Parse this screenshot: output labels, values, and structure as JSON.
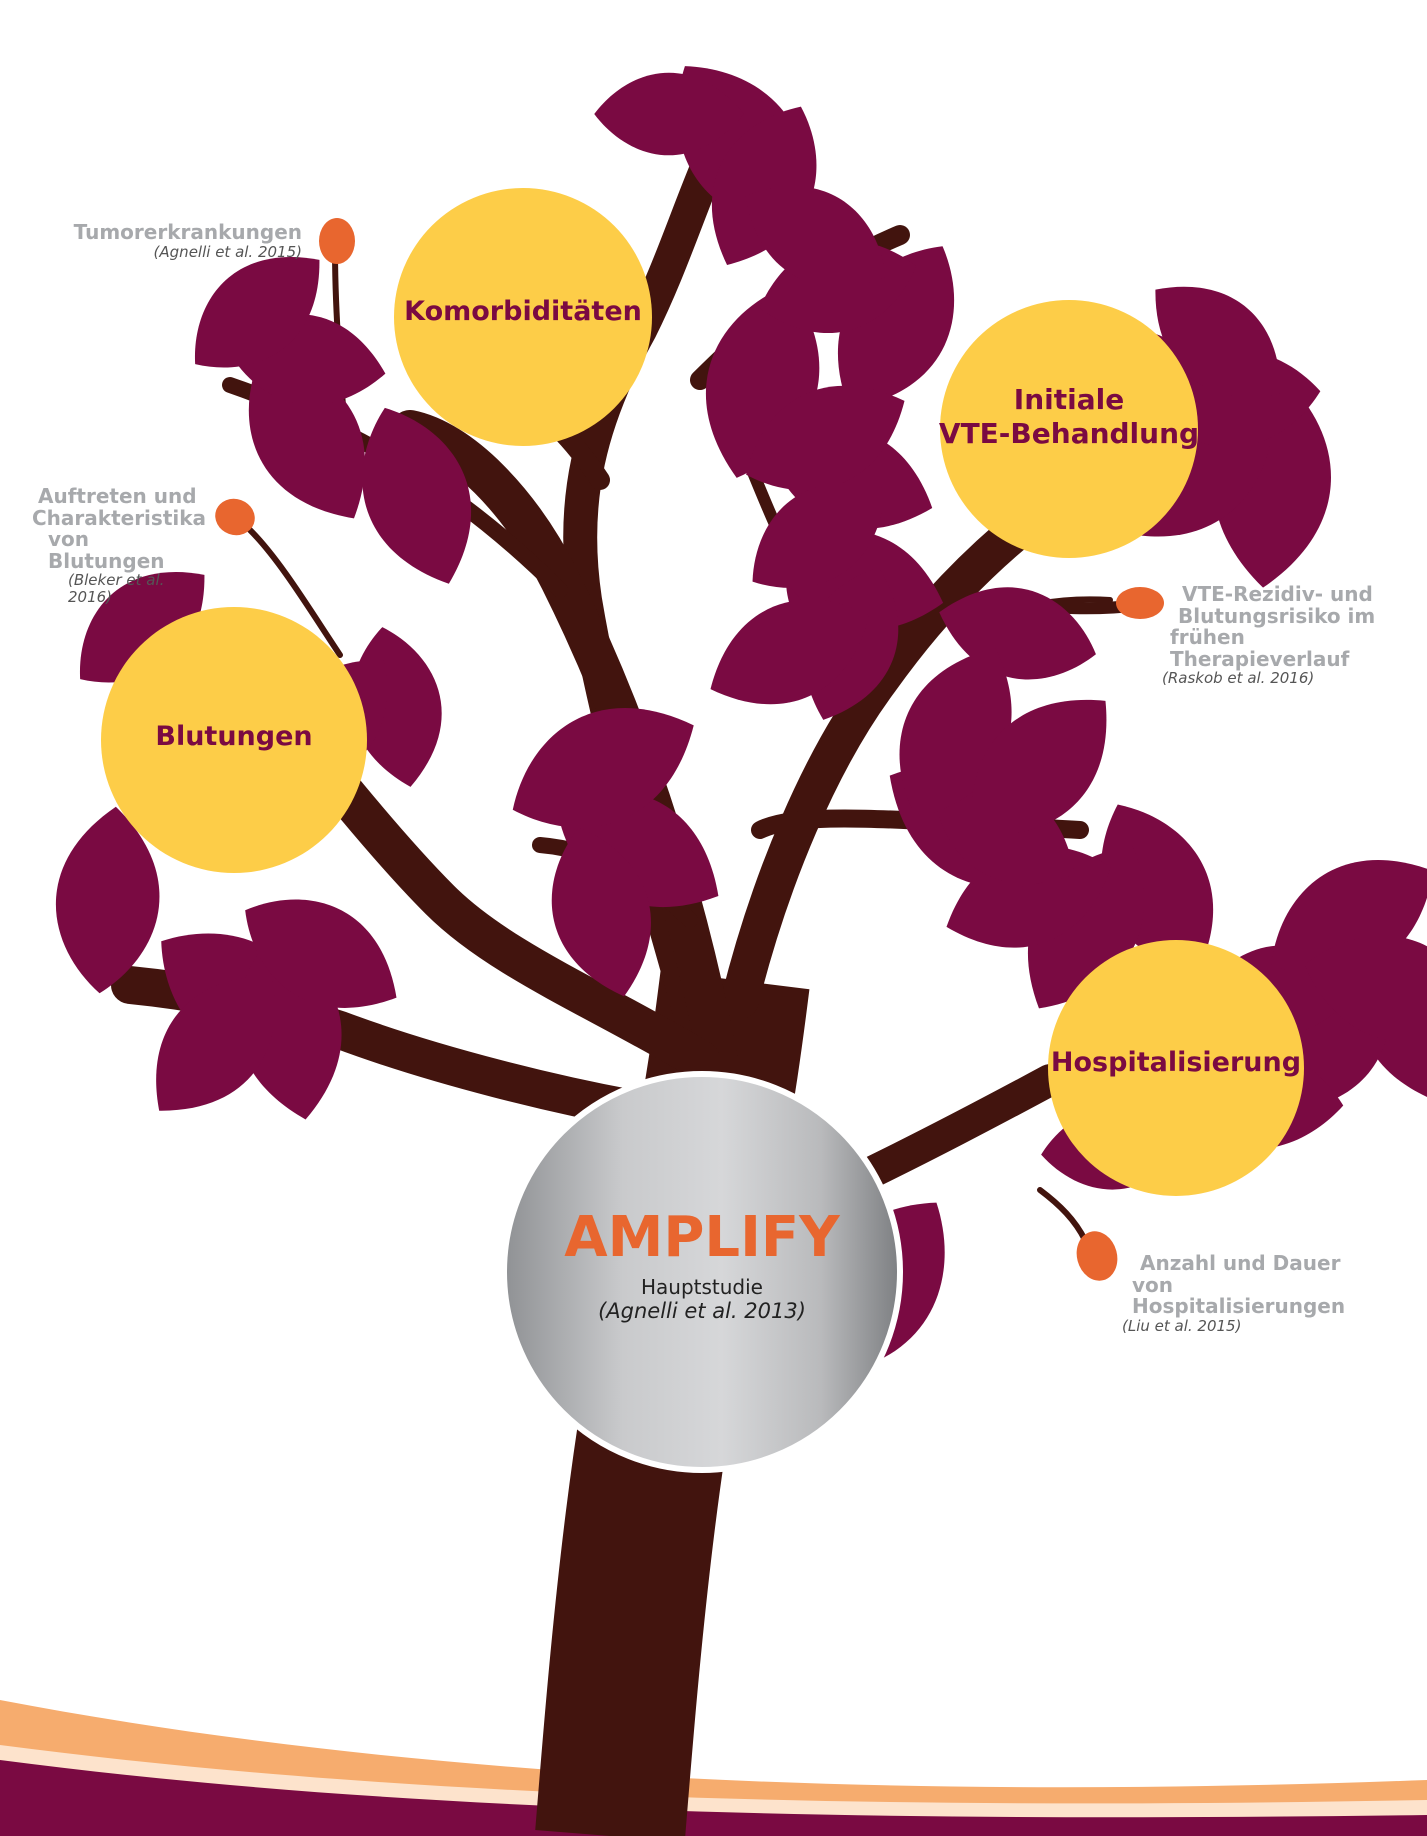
{
  "colors": {
    "trunk": "#42140e",
    "leaf": "#7a0a42",
    "fruit": "#fdcd48",
    "seed": "#e8662f",
    "note_text": "#a7a9ac",
    "center_title": "#e8662f"
  },
  "center": {
    "title": "AMPLIFY",
    "subtitle": "Hauptstudie",
    "reference": "(Agnelli et al. 2013)"
  },
  "fruits": [
    {
      "label": "Komorbiditäten"
    },
    {
      "label_line1": "Initiale",
      "label_line2": "VTE-Behandlung"
    },
    {
      "label": "Blutungen"
    },
    {
      "label": "Hospitalisierung"
    }
  ],
  "notes": [
    {
      "text": "Tumorerkrankungen",
      "ref": "(Agnelli et al. 2015)"
    },
    {
      "line1": "Auftreten und",
      "line2": "Charakteristika",
      "line3": "von Blutungen",
      "ref": "(Bleker et al. 2016)"
    },
    {
      "line1": "VTE-Rezidiv- und",
      "line2": "Blutungsrisiko im",
      "line3": "frühen Therapieverlauf",
      "ref": "(Raskob et al. 2016)"
    },
    {
      "line1": "Anzahl und Dauer",
      "line2": "von Hospitalisierungen",
      "ref": "(Liu et al. 2015)"
    }
  ]
}
